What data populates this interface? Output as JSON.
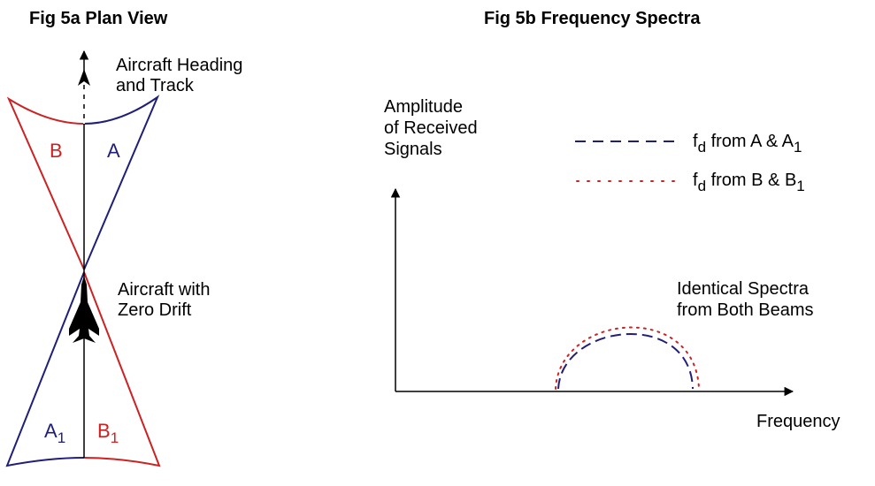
{
  "fig_a": {
    "title": "Fig 5a Plan View",
    "heading_label": {
      "line1": "Aircraft Heading",
      "line2": "and Track"
    },
    "aircraft_label": {
      "line1": "Aircraft with",
      "line2": "Zero Drift"
    },
    "beams": {
      "front_left": "B",
      "front_right": "A",
      "rear_left": {
        "main": "A",
        "sub": "1"
      },
      "rear_right": {
        "main": "B",
        "sub": "1"
      }
    }
  },
  "fig_b": {
    "title": "Fig 5b Frequency Spectra",
    "y_axis_label": {
      "line1": "Amplitude",
      "line2": "of Received",
      "line3": "Signals"
    },
    "x_axis_label": "Frequency",
    "legend": [
      {
        "style": "dashed",
        "color": "#1f1f7a",
        "f": "f",
        "f_sub": "d",
        "text": " from A & A",
        "text_sub": "1"
      },
      {
        "style": "dotted",
        "color": "#cc2222",
        "f": "f",
        "f_sub": "d",
        "text": " from B & B",
        "text_sub": "1"
      }
    ],
    "annotation": {
      "line1": "Identical Spectra",
      "line2": "from Both Beams"
    }
  },
  "colors": {
    "blue": "#1f1f7a",
    "red": "#cc2222",
    "black": "#000000"
  }
}
